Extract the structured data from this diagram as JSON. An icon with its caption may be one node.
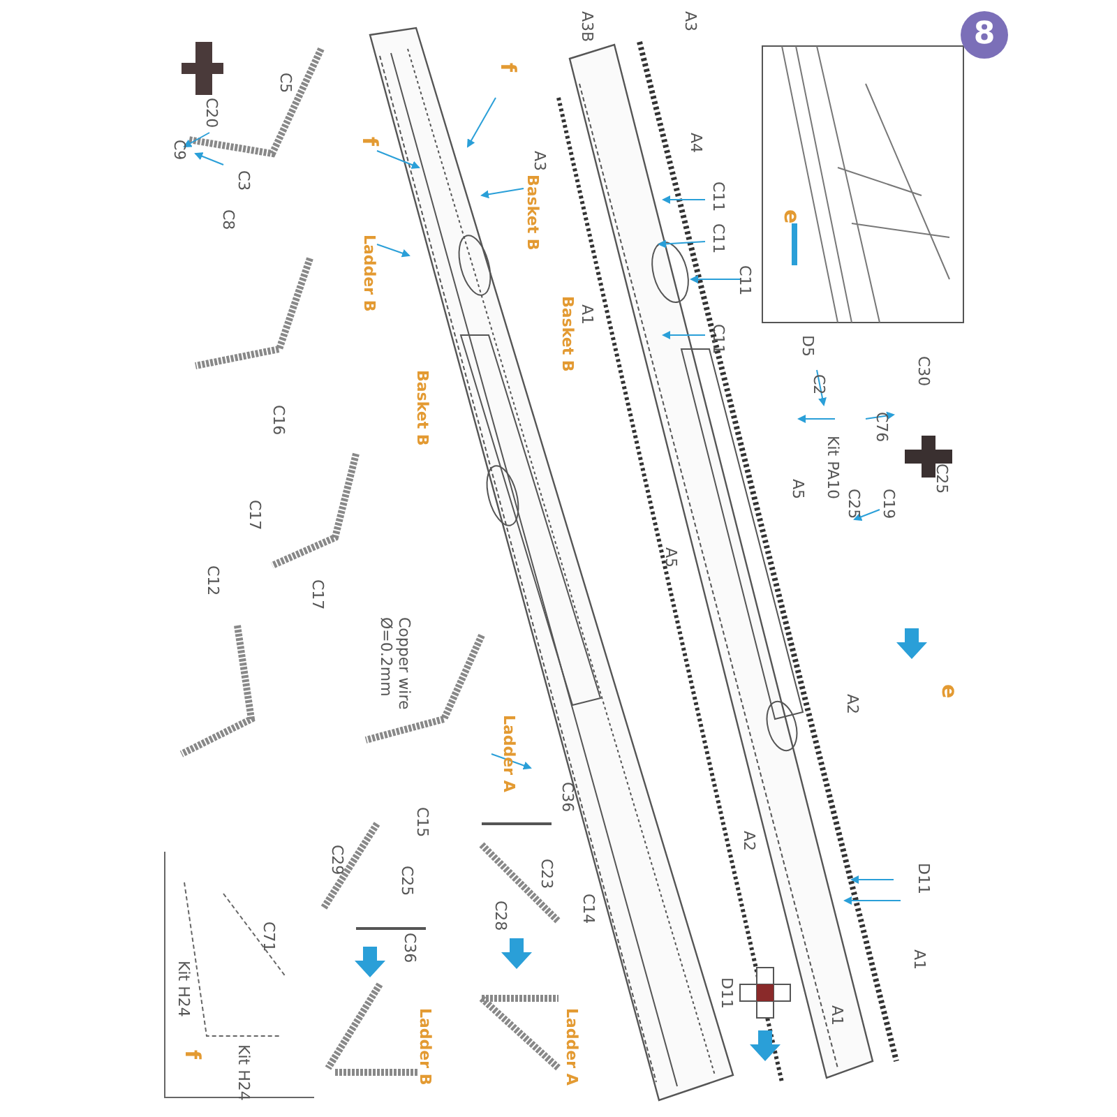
{
  "diagram": {
    "labels": [
      "8",
      "C20",
      "C5",
      "C9",
      "C3",
      "C8",
      "f",
      "f",
      "Basket B",
      "A3B",
      "A3",
      "A3",
      "Ladder B",
      "A4",
      "C11",
      "C11",
      "Basket B",
      "C11",
      "A1",
      "C11",
      "e",
      "D5",
      "C2",
      "C30",
      "Kit PA10",
      "C76",
      "C25",
      "Basket B",
      "C16",
      "A5",
      "C19",
      "C25",
      "C17",
      "C12",
      "C17",
      "Copper wire Ø=0.2mm",
      "A5",
      "e",
      "A2",
      "Ladder A",
      "C36",
      "C15",
      "C29",
      "C23",
      "C25",
      "C14",
      "C28",
      "C71",
      "C36",
      "Kit H24",
      "A2",
      "D11",
      "A1",
      "A1",
      "D11",
      "Ladder B",
      "Ladder A",
      "Kit H24",
      "f"
    ]
  }
}
